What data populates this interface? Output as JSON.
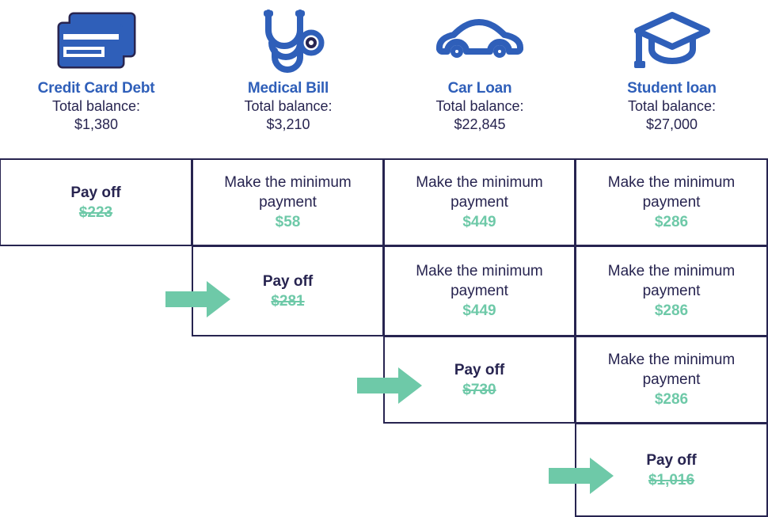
{
  "columns": [
    {
      "icon": "credit-cards-icon",
      "title": "Credit Card Debt",
      "balance_label": "Total balance:",
      "balance": "$1,380"
    },
    {
      "icon": "stethoscope-icon",
      "title": "Medical Bill",
      "balance_label": "Total balance:",
      "balance": "$3,210"
    },
    {
      "icon": "car-icon",
      "title": "Car Loan",
      "balance_label": "Total balance:",
      "balance": "$22,845"
    },
    {
      "icon": "graduation-cap-icon",
      "title": "Student loan",
      "balance_label": "Total balance:",
      "balance": "$27,000"
    }
  ],
  "rows": [
    {
      "cells": [
        {
          "type": "payoff",
          "action": "Pay off",
          "amount": "$223",
          "struck": true
        },
        {
          "type": "minimum",
          "action": "Make the minimum payment",
          "amount": "$58",
          "struck": false
        },
        {
          "type": "minimum",
          "action": "Make the minimum payment",
          "amount": "$449",
          "struck": false
        },
        {
          "type": "minimum",
          "action": "Make the minimum payment",
          "amount": "$286",
          "struck": false
        }
      ]
    },
    {
      "cells": [
        {
          "type": "empty"
        },
        {
          "type": "payoff",
          "action": "Pay off",
          "amount": "$281",
          "struck": true
        },
        {
          "type": "minimum",
          "action": "Make the minimum payment",
          "amount": "$449",
          "struck": false
        },
        {
          "type": "minimum",
          "action": "Make the minimum payment",
          "amount": "$286",
          "struck": false
        }
      ]
    },
    {
      "cells": [
        {
          "type": "empty"
        },
        {
          "type": "empty"
        },
        {
          "type": "payoff",
          "action": "Pay off",
          "amount": "$730",
          "struck": true
        },
        {
          "type": "minimum",
          "action": "Make the minimum payment",
          "amount": "$286",
          "struck": false
        }
      ]
    },
    {
      "cells": [
        {
          "type": "empty"
        },
        {
          "type": "empty"
        },
        {
          "type": "empty"
        },
        {
          "type": "payoff",
          "action": "Pay off",
          "amount": "$1,016",
          "struck": true
        }
      ]
    }
  ],
  "arrows": [
    {
      "name": "arrow-to-medical-bill-payoff"
    },
    {
      "name": "arrow-to-car-loan-payoff"
    },
    {
      "name": "arrow-to-student-loan-payoff"
    }
  ],
  "colors": {
    "title_blue": "#2f5fb9",
    "text_navy": "#272450",
    "amount_green": "#6ec9a8",
    "arrow_green": "#6ec9a8",
    "icon_blue": "#2f5fb9",
    "icon_outline": "#272450"
  }
}
